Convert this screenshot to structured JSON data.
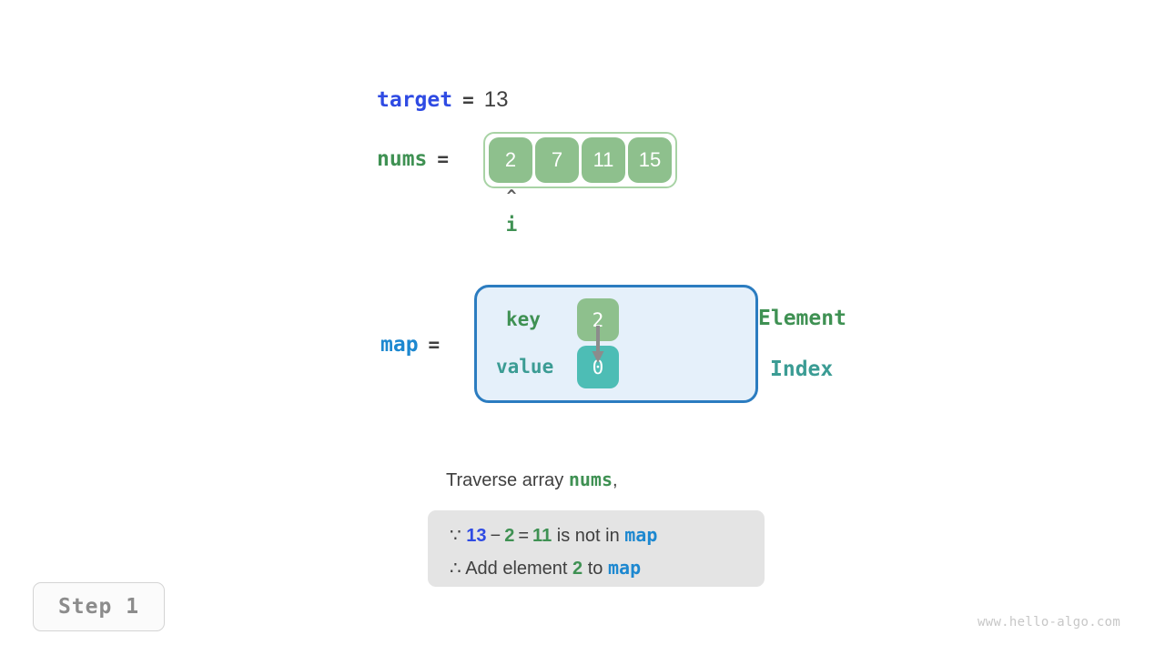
{
  "colors": {
    "blue_strong": "#2f4be3",
    "blue_map": "#1d88d0",
    "green": "#3f9153",
    "green_cell": "#8ec08d",
    "teal": "#4dbdb5",
    "teal_text": "#3b9c94",
    "map_box_fill": "#e5f0fa",
    "map_box_border": "#2b7cc0",
    "explain_bg": "#e4e4e4",
    "text_dark": "#3f3f3f"
  },
  "target": {
    "label": "target",
    "equals": "=",
    "value": "13"
  },
  "nums": {
    "label": "nums",
    "equals": "=",
    "cells": [
      "2",
      "7",
      "11",
      "15"
    ]
  },
  "pointer": {
    "caret": "^",
    "label": "i",
    "cell_index": 0
  },
  "map": {
    "label": "map",
    "equals": "=",
    "key_label": "key",
    "value_label": "value",
    "key_value": "2",
    "value_value": "0",
    "element_label": "Element",
    "index_label": "Index"
  },
  "narration": {
    "prefix": "Traverse array ",
    "keyword": "nums",
    "suffix": ","
  },
  "explanation": {
    "line1": {
      "because_symbol": "∵",
      "a": "13",
      "minus": "−",
      "b": "2",
      "equals": "=",
      "result": "11",
      "tail": "is not in",
      "map": "map"
    },
    "line2": {
      "therefore_symbol": "∴",
      "text_before": "Add element",
      "element": "2",
      "text_middle": "to",
      "map": "map"
    }
  },
  "step_badge": {
    "label": "Step 1"
  },
  "watermark": {
    "text": "www.hello-algo.com"
  }
}
